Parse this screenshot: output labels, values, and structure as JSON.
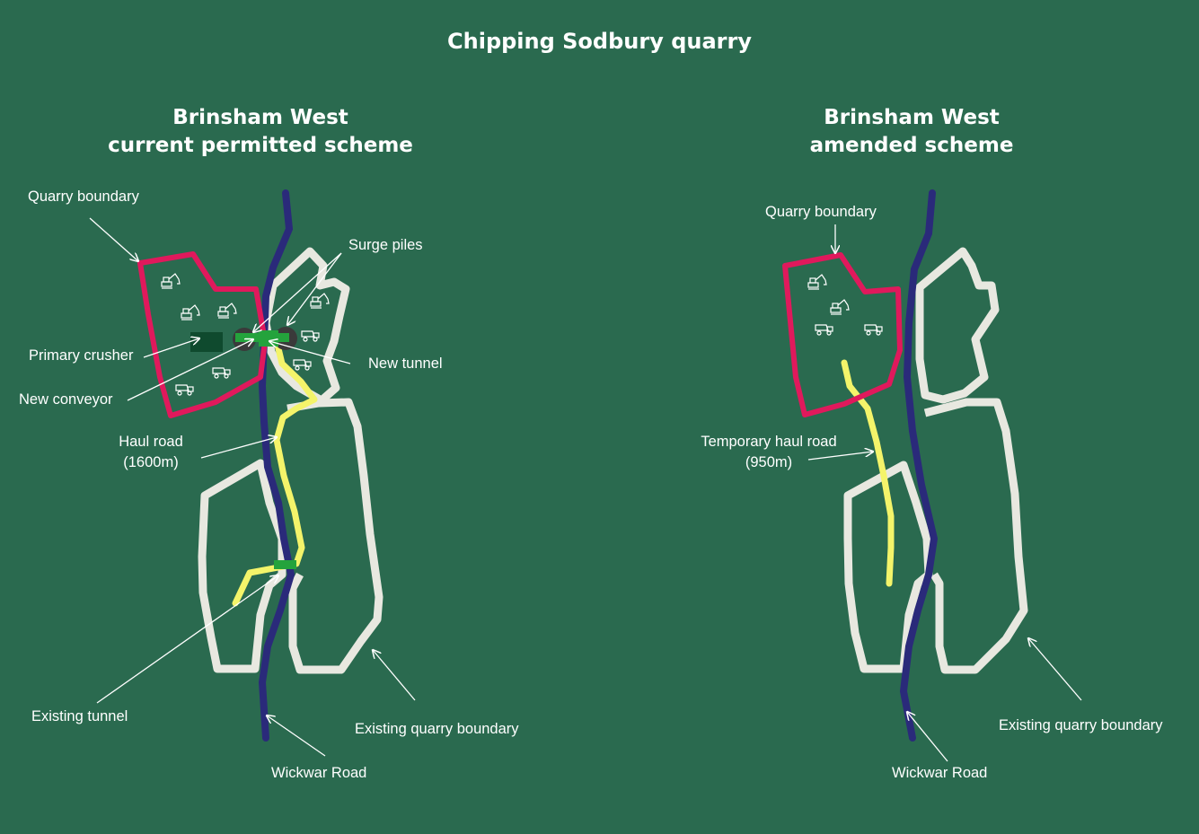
{
  "title": "Chipping Sodbury quarry",
  "colors": {
    "background": "#2a6a4f",
    "quarry_boundary": "#e0195c",
    "existing_quarry_boundary": "#e8e8e0",
    "wickwar_road": "#2a2a7a",
    "haul_road": "#f4f46a",
    "primary_crusher": "#0f4a2e",
    "surge_piles": "#3a3a3a",
    "conveyor_tunnel": "#24a33c"
  },
  "icons": [
    "excavator-icon",
    "dump-truck-icon"
  ],
  "left_panel": {
    "title_line1": "Brinsham West",
    "title_line2": "current permitted scheme",
    "labels": {
      "quarry_boundary": "Quarry boundary",
      "surge_piles": "Surge piles",
      "primary_crusher": "Primary crusher",
      "new_tunnel": "New tunnel",
      "new_conveyor": "New conveyor",
      "haul_road_line1": "Haul road",
      "haul_road_line2": "(1600m)",
      "existing_tunnel": "Existing tunnel",
      "existing_quarry_boundary": "Existing quarry boundary",
      "wickwar_road": "Wickwar Road"
    }
  },
  "right_panel": {
    "title_line1": "Brinsham West",
    "title_line2": "amended scheme",
    "labels": {
      "quarry_boundary": "Quarry boundary",
      "temp_haul_road_line1": "Temporary haul road",
      "temp_haul_road_line2": "(950m)",
      "existing_quarry_boundary": "Existing quarry boundary",
      "wickwar_road": "Wickwar Road"
    }
  }
}
